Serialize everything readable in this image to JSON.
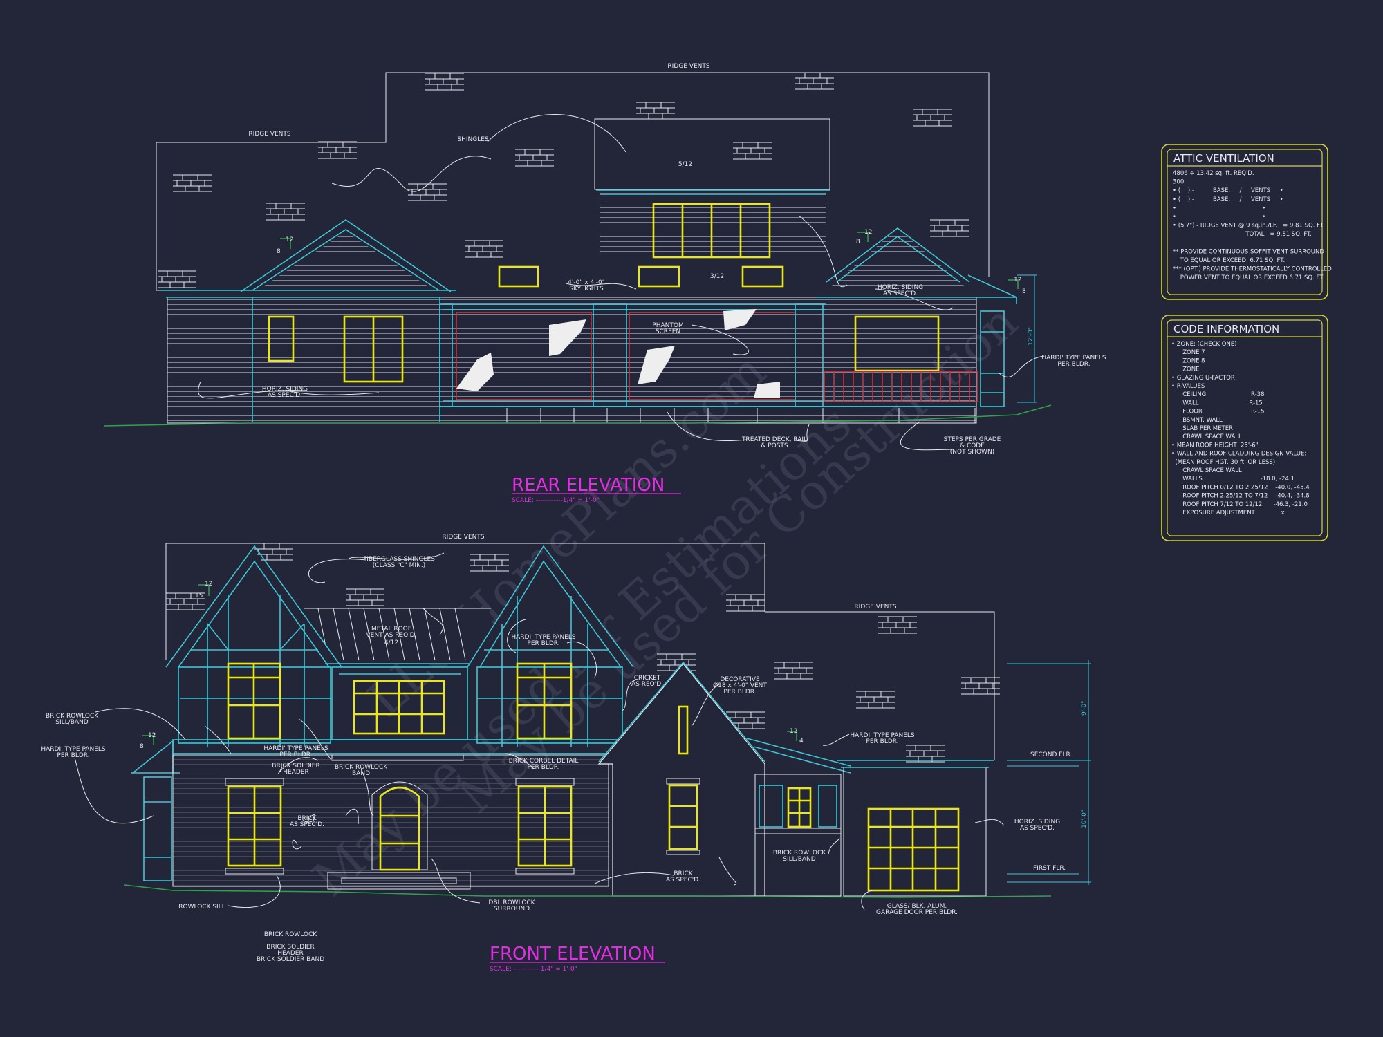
{
  "rear_elevation": {
    "title": "REAR ELEVATION",
    "scale": "SCALE: ------------1/4\" = 1'-0\"",
    "labels": {
      "ridge_vents_top": "RIDGE VENTS",
      "ridge_vents_left": "RIDGE VENTS",
      "shingles": "SHINGLES",
      "pitch_main": "5/12",
      "pitch_dormer": "3/12",
      "pitch_left_rise": "12",
      "pitch_left_run": "8",
      "pitch_right_rise": "12",
      "pitch_right_run": "8",
      "pitch_porch_rise": "12",
      "pitch_porch_run": "8",
      "skylights": [
        "4'-0\" x 4'-0\"",
        "SKYLIGHTS"
      ],
      "phantom_screen": [
        "PHANTOM",
        "SCREEN"
      ],
      "horiz_siding_left": [
        "HORIZ. SIDING",
        "AS SPEC'D."
      ],
      "horiz_siding_right": [
        "HORIZ. SIDING",
        "AS SPEC'D."
      ],
      "hardi_panels": [
        "HARDI' TYPE PANELS",
        "PER BLDR."
      ],
      "deck_rail": [
        "TREATED DECK, RAIL",
        "& POSTS"
      ],
      "steps": [
        "STEPS PER GRADE",
        "& CODE",
        "(NOT SHOWN)"
      ],
      "dim_height": "12'-0\""
    }
  },
  "front_elevation": {
    "title": "FRONT ELEVATION",
    "scale": "SCALE: ------------1/4\" = 1'-0\"",
    "labels": {
      "ridge_vents_top": "RIDGE VENTS",
      "ridge_vents_right": "RIDGE VENTS",
      "fiberglass_shingles": [
        "FIBERGLASS SHINGLES",
        "(CLASS \"C\" MIN.)"
      ],
      "metal_roof": [
        "METAL ROOF",
        "VENT AS REQ'D.",
        "4/12"
      ],
      "hardi_panels_gable": [
        "HARDI' TYPE PANELS",
        "PER BLDR."
      ],
      "cricket": [
        "CRICKET",
        "AS REQ'D."
      ],
      "decorative_vent": [
        "DECORATIVE",
        "Ø18 x 4'-0\" VENT",
        "PER BLDR."
      ],
      "brick_rowlock_sill_band": [
        "BRICK ROWLOCK",
        "SILL/BAND"
      ],
      "hardi_panels_left": [
        "HARDI' TYPE PANELS",
        "PER BLDR."
      ],
      "hardi_panels_mid": [
        "HARDI' TYPE PANELS",
        "PER BLDR."
      ],
      "hardi_panels_right": [
        "HARDI' TYPE PANELS",
        "PER BLDR."
      ],
      "brick_soldier_header": [
        "BRICK SOLDIER",
        "HEADER"
      ],
      "brick_rowlock_band": [
        "BRICK ROWLOCK",
        "BAND"
      ],
      "brick_corbel": [
        "BRICK CORBEL DETAIL",
        "PER BLDR."
      ],
      "brick_as_spec_left": [
        "BRICK",
        "AS SPEC'D."
      ],
      "brick_as_spec_mid": [
        "BRICK",
        "AS SPEC'D."
      ],
      "brick_rowlock_sill_band_right": [
        "BRICK ROWLOCK",
        "SILL/BAND"
      ],
      "horiz_siding": [
        "HORIZ. SIDING",
        "AS SPEC'D."
      ],
      "rowlock_sill": "ROWLOCK SILL",
      "dbl_rowlock": [
        "DBL ROWLOCK",
        "SURROUND"
      ],
      "garage_door": [
        "GLASS/ BLK. ALUM.",
        "GARAGE DOOR PER BLDR."
      ],
      "legend": [
        "BRICK ROWLOCK",
        "BRICK SOLDIER",
        "HEADER",
        "BRICK SOLDIER BAND"
      ],
      "second_flr": "SECOND FLR.",
      "first_flr": "FIRST FLR.",
      "dim_upper": "9'-0\"",
      "dim_lower": "10'-0\"",
      "pitch_left_rise": "12",
      "pitch_left_run": "15",
      "pitch_porch_rise": "12",
      "pitch_porch_run": "8",
      "pitch_right_rise": "12",
      "pitch_right_run": "4"
    }
  },
  "attic_ventilation": {
    "title": "ATTIC VENTILATION",
    "lines": [
      "4806 ÷ 13.42 sq. ft. REQ'D.",
      "300",
      "• (    ) -          BASE.     /     VENTS     •",
      "• (    ) -          BASE.     /     VENTS     •",
      "•                                              •",
      "•                                              •",
      "• (5'7\") - RIDGE VENT @ 9 sq.in./LF.   = 9.81 SQ. FT.",
      "                                       TOTAL   = 9.81 SQ. FT.",
      "",
      "** PROVIDE CONTINUOUS SOFFIT VENT SURROUND",
      "    TO EQUAL OR EXCEED  6.71 SQ. FT.",
      "*** (OPT.) PROVIDE THERMOSTATICALLY CONTROLLED",
      "    POWER VENT TO EQUAL OR EXCEED 6.71 SQ. FT."
    ]
  },
  "code_information": {
    "title": "CODE INFORMATION",
    "lines": [
      "• ZONE: (CHECK ONE)",
      "      ZONE 7",
      "      ZONE 8",
      "      ZONE",
      "• GLAZING U-FACTOR",
      "• R-VALUES",
      "      CEILING                        R-38",
      "      WALL                           R-15",
      "      FLOOR                          R-15",
      "      BSMNT. WALL",
      "      SLAB PERIMETER",
      "      CRAWL SPACE WALL",
      "• MEAN ROOF HEIGHT  25'-6\"",
      "• WALL AND ROOF CLADDING DESIGN VALUE:",
      "  (MEAN ROOF HGT. 30 ft. OR LESS)",
      "      CRAWL SPACE WALL",
      "      WALLS                               -18.0, -24.1",
      "      ROOF PITCH 0/12 TO 2.25/12    -40.0, -45.4",
      "      ROOF PITCH 2.25/12 TO 7/12    -40.4, -34.8",
      "      ROOF PITCH 7/12 TO 12/12      -46.3, -21.0",
      "      EXPOSURE ADJUSTMENT              x"
    ]
  },
  "watermark": {
    "line1": "LLC HomePlans.com",
    "line2": "May be used for Construction",
    "line3": "May be used for Estimations"
  },
  "colors": {
    "background": "#232639",
    "line": "#e8e8ee",
    "trim": "#3fc6d6",
    "window": "#e9e61c",
    "title": "#e02ee0",
    "deck": "#c8323c",
    "grade": "#2fa34a"
  }
}
